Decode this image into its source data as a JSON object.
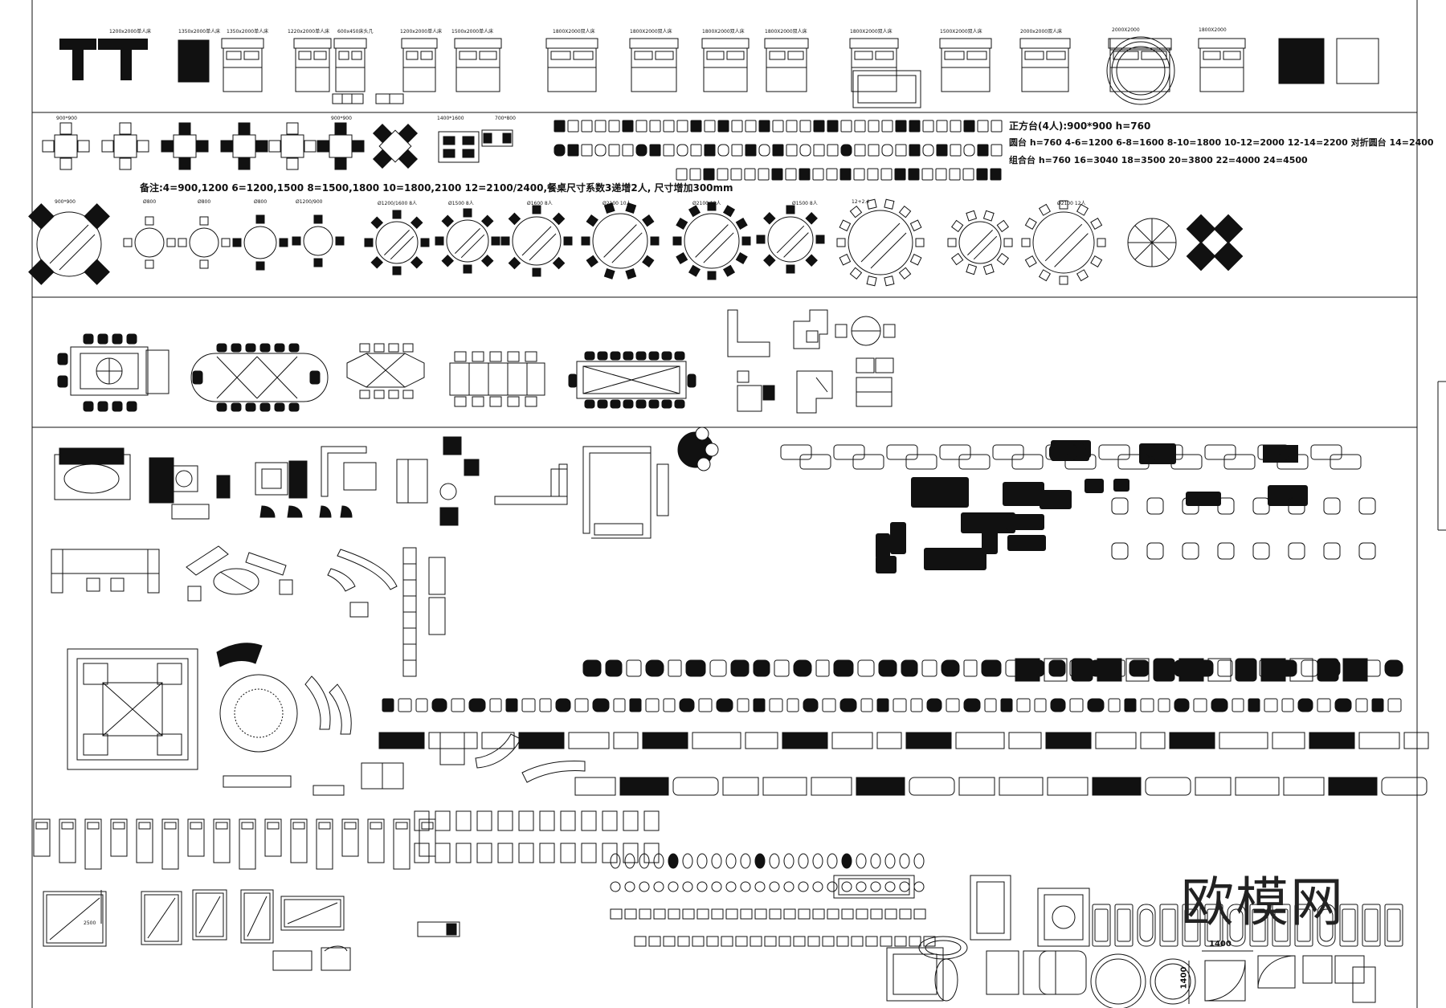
{
  "notes": {
    "dining_note": "备注:4=900,1200   6=1200,1500   8=1500,1800   10=1800,2100   12=2100/2400,餐桌尺寸系数3递增2人, 尺寸增加300mm",
    "spec_line_1": "正方台(4人):900*900 h=760",
    "spec_line_2": "圆台 h=760    4-6=1200  6-8=1600  8-10=1800  10-12=2000  12-14=2200     对折圆台 14=2400",
    "spec_line_3": "组合台 h=760     16=3040  18=3500  20=3800  22=4000  24=4500"
  },
  "bed_labels": [
    "1200x2000单人床",
    "1350x2000单人床",
    "1350x2000单人床",
    "1220x2000单人床",
    "600x450床头几",
    "1200x2000单人床",
    "1500x2000单人床",
    "1800X2000双人床",
    "1800X2000双人床",
    "1800X2000双人床",
    "1800X2000双人床",
    "1800X2000双人床",
    "1500X2000双人床",
    "2000x2000双人床",
    "2000X2000",
    "1800X2000"
  ],
  "table_labels": [
    "900*900",
    "900*900",
    "1400*1600",
    "700*800"
  ],
  "round_labels": [
    "900*900",
    "Ø800",
    "Ø800",
    "Ø800",
    "Ø1200/900",
    "Ø1200/1600 8人",
    "Ø1500 8人",
    "Ø1600 8人",
    "Ø2100 10人",
    "Ø2100 12人",
    "Ø1500 8人",
    "12+2.4",
    "Ø2100 12人"
  ],
  "dims": {
    "d1400": "1400",
    "d1400b": "1400",
    "d2500": "2500"
  },
  "logo_text": "欧模网",
  "icons": {
    "bed": "bed-plan-icon",
    "table": "dining-set-icon",
    "chair": "chair-icon",
    "sofa": "sofa-icon",
    "bath": "bathtub-icon",
    "umbrella": "umbrella-table-icon"
  },
  "colors": {
    "ink": "#111111",
    "paper": "#ffffff"
  }
}
